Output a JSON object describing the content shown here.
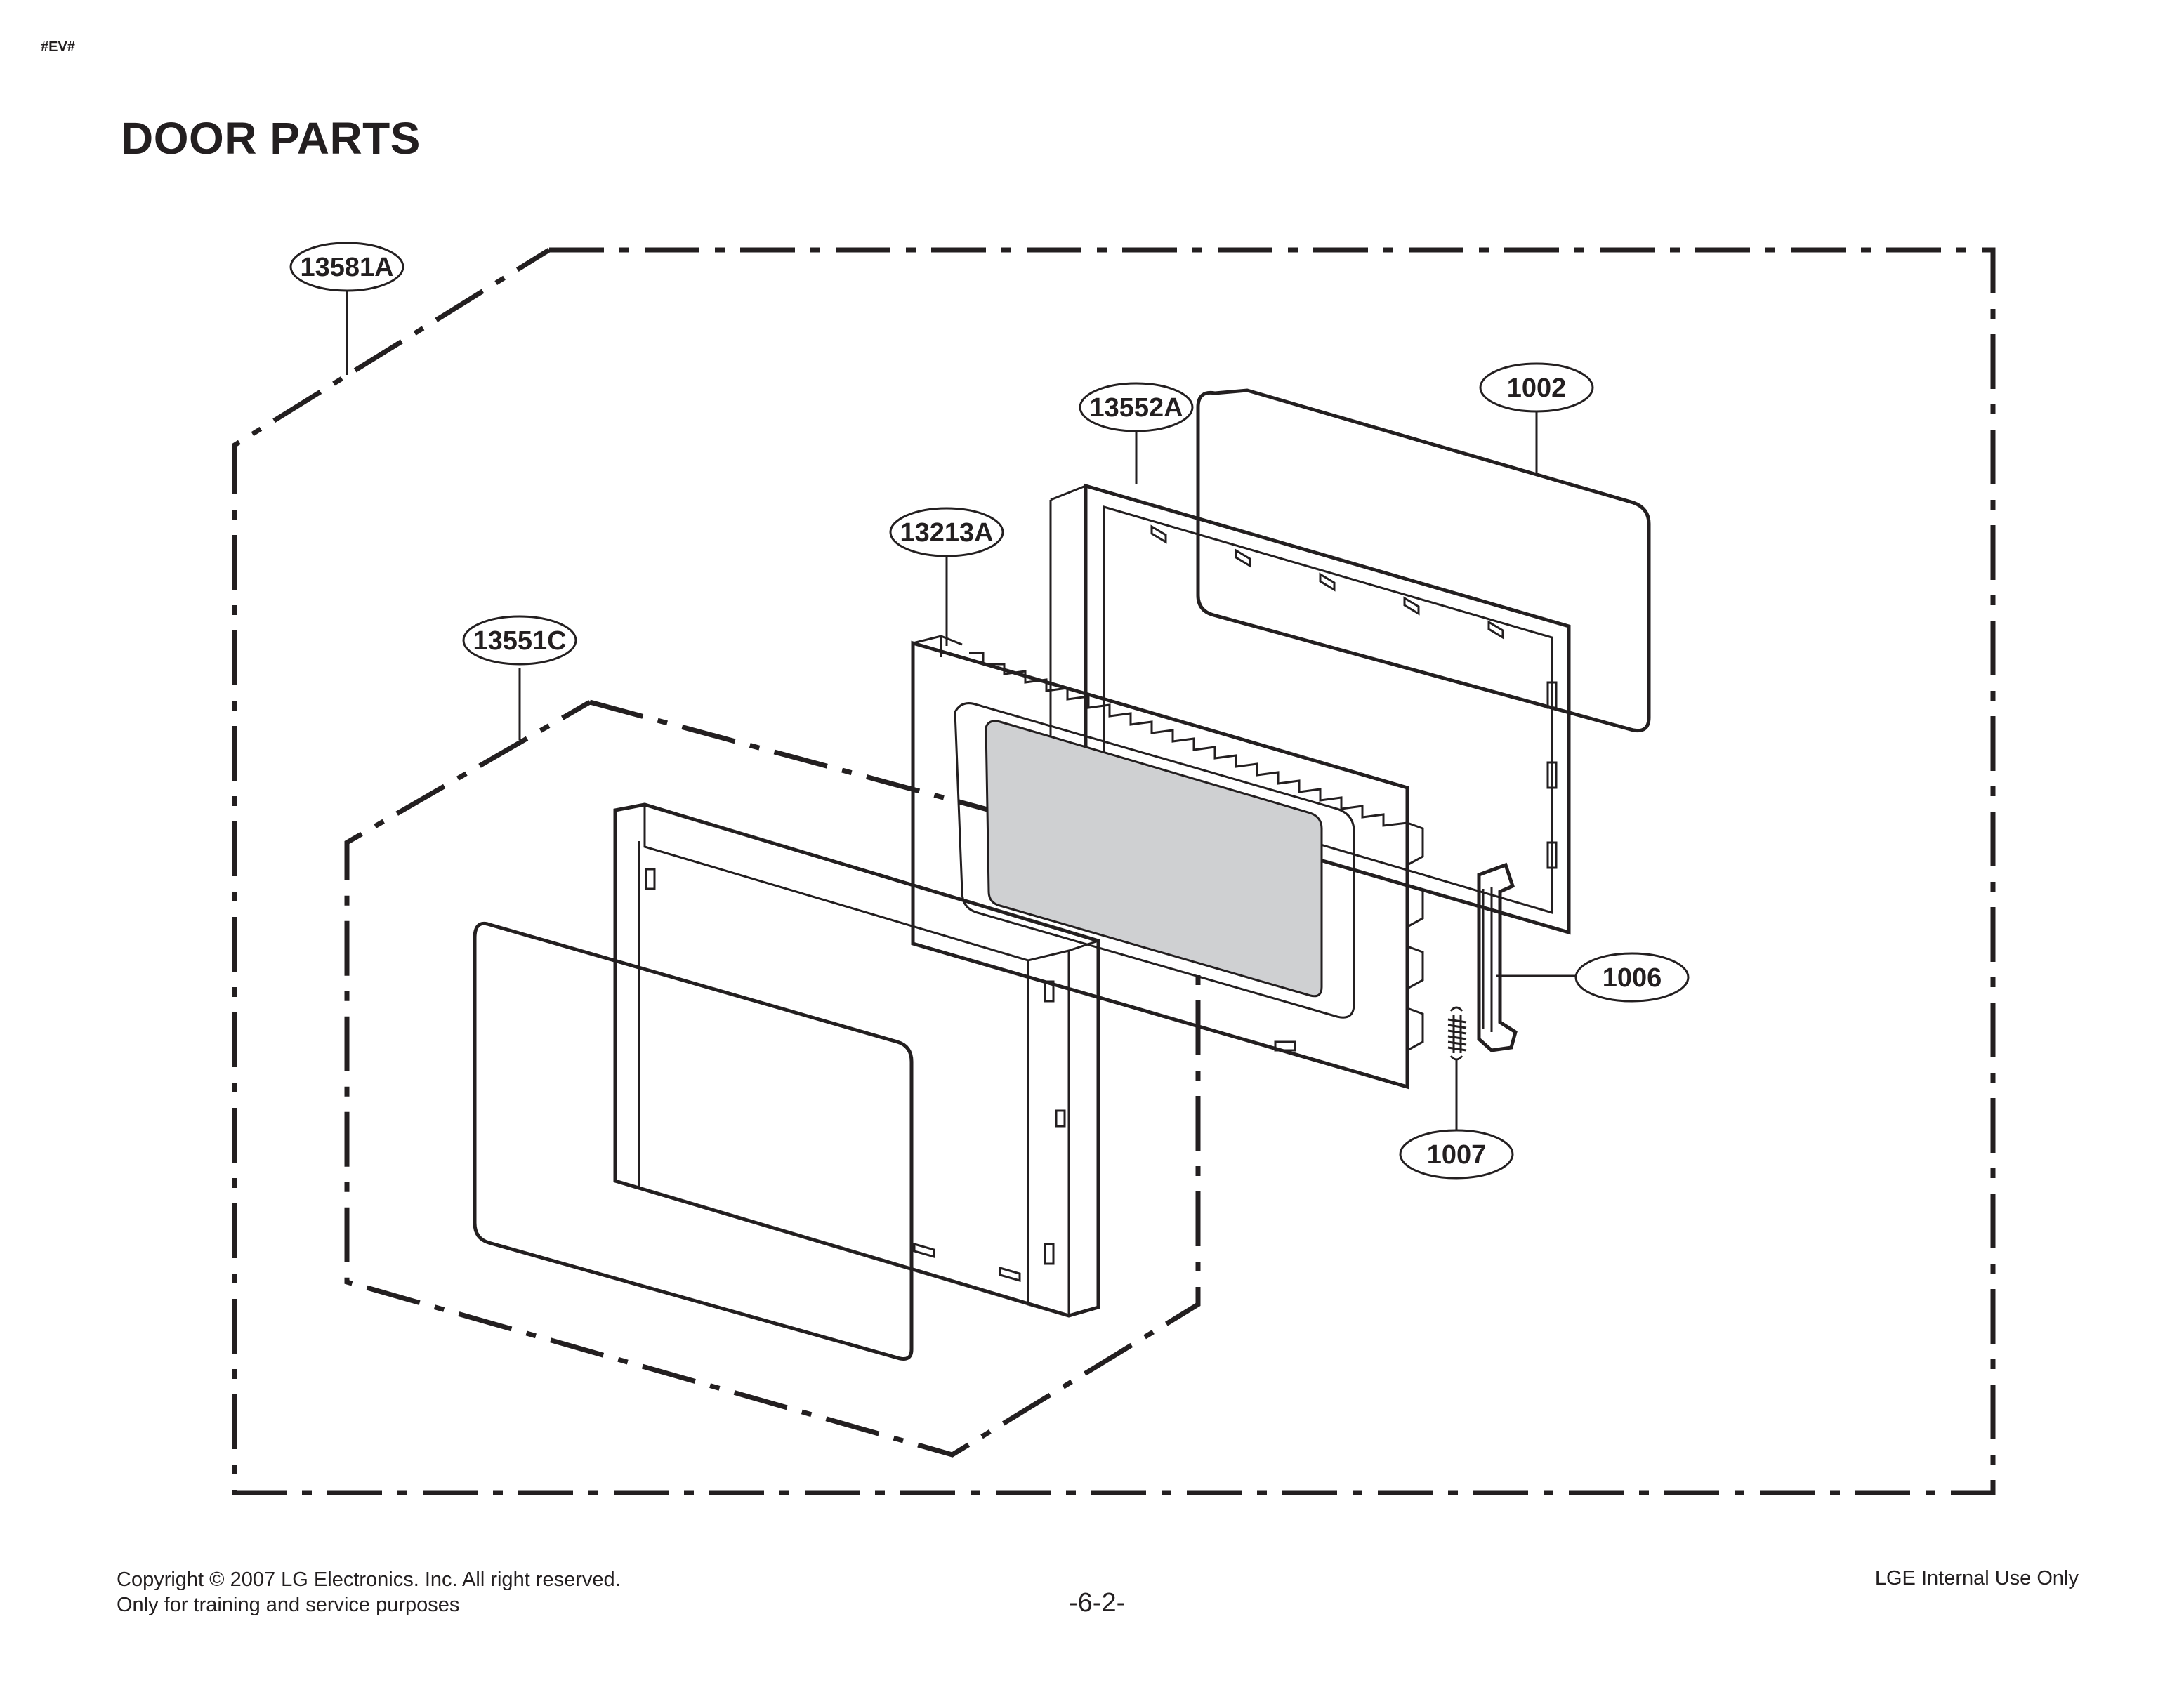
{
  "header": {
    "tag": "#EV#",
    "title": "DOOR PARTS"
  },
  "callouts": [
    {
      "id": "13581A"
    },
    {
      "id": "13552A"
    },
    {
      "id": "1002"
    },
    {
      "id": "13213A"
    },
    {
      "id": "13551C"
    },
    {
      "id": "1006"
    },
    {
      "id": "1007"
    }
  ],
  "footer": {
    "copyright": "Copyright © 2007 LG Electronics. Inc. All right reserved.",
    "purpose": "Only for training and service purposes",
    "page": "-6-2-",
    "notice": "LGE Internal Use Only"
  },
  "colors": {
    "ink": "#231f20",
    "window_fill": "#cfd0d2"
  }
}
